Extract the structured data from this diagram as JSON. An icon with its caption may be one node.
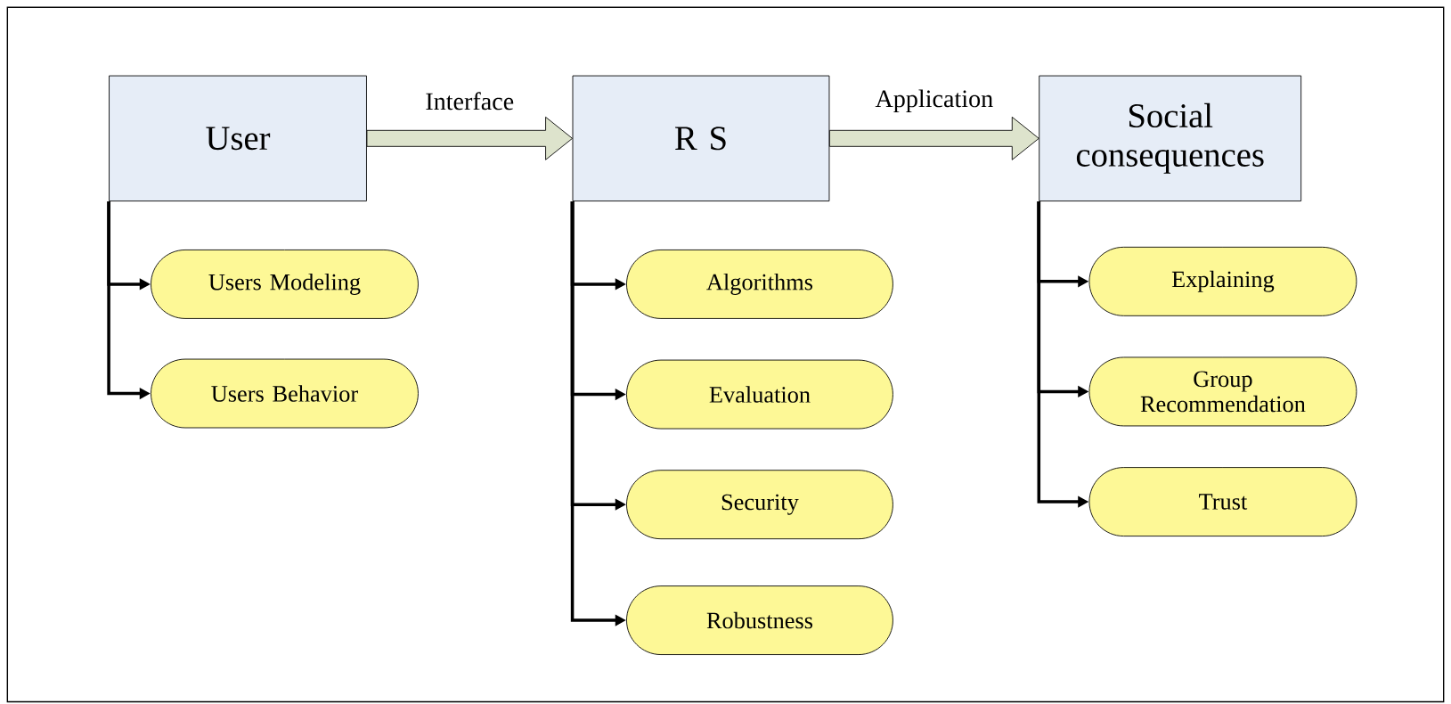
{
  "diagram": {
    "nodes": [
      {
        "text": [
          "User"
        ]
      },
      {
        "text": [
          "R S"
        ]
      },
      {
        "text": [
          "Social consequences"
        ]
      },
      {
        "text": [
          "Users  Modeling"
        ]
      },
      {
        "text": [
          "Users  Behavior"
        ]
      },
      {
        "text": [
          "Algorithms"
        ]
      },
      {
        "text": [
          "Evaluation"
        ]
      },
      {
        "text": [
          "Security"
        ]
      },
      {
        "text": [
          "Robustness"
        ]
      },
      {
        "text": [
          "Explaining"
        ]
      },
      {
        "text": [
          "Group Recommendation"
        ]
      },
      {
        "text": [
          "Trust"
        ]
      }
    ],
    "edges": [
      {
        "from": 0,
        "to": 1,
        "arrow": "to",
        "label": "Interface",
        "style": "thick",
        "color": "#dde3cc"
      },
      {
        "from": 1,
        "to": 2,
        "arrow": "to",
        "label": "Application",
        "style": "thick",
        "color": "#dde3cc"
      },
      {
        "from": 0,
        "to": 3,
        "arrow": "to"
      },
      {
        "from": 0,
        "to": 4,
        "arrow": "to"
      },
      {
        "from": 1,
        "to": 5,
        "arrow": "to"
      },
      {
        "from": 1,
        "to": 6,
        "arrow": "to"
      },
      {
        "from": 1,
        "to": 7,
        "arrow": "to"
      },
      {
        "from": 1,
        "to": 8,
        "arrow": "to"
      },
      {
        "from": 2,
        "to": 9,
        "arrow": "to"
      },
      {
        "from": 2,
        "to": 10,
        "arrow": "to"
      },
      {
        "from": 2,
        "to": 11,
        "arrow": "to"
      }
    ]
  }
}
